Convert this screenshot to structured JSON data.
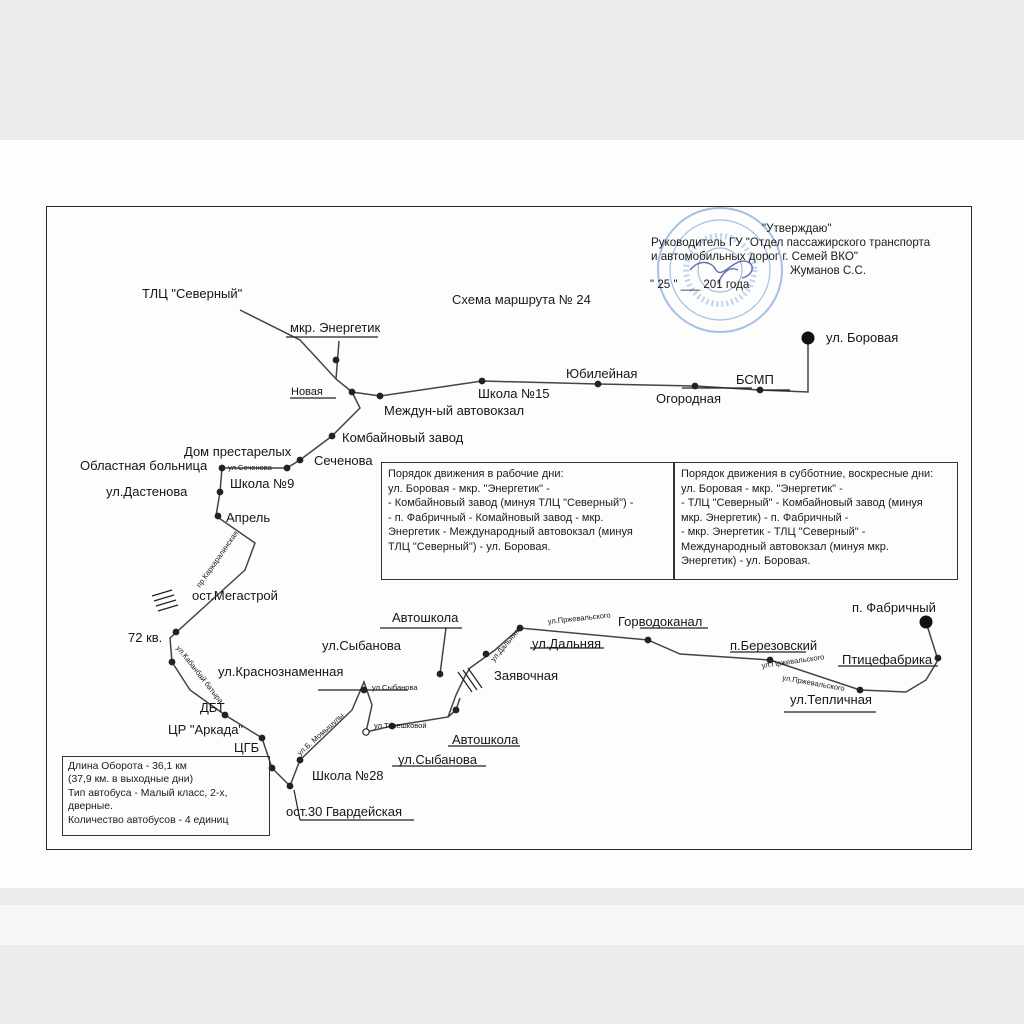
{
  "title": "Схема маршрута № 24",
  "approval": {
    "heading": "\"Утверждаю\"",
    "line1": "Руководитель ГУ \"Отдел пассажирского транспорта",
    "line2": "и автомобильных дорог г. Семей ВКО\"",
    "signature_name": "Жуманов С.С.",
    "date_line": "\" 25 \"  ___  201  года"
  },
  "stations": {
    "borovaya": "ул. Боровая",
    "bsmp": "БСМП",
    "ogorodnaya": "Огородная",
    "yubileinaya": "Юбилейная",
    "shkola15": "Школа №15",
    "avtovokzal": "Междун-ый автовокзал",
    "tlc": "ТЛЦ \"Северный\"",
    "energetik": "мкр. Энергетик",
    "novaya": "Новая",
    "kombain": "Комбайновый завод",
    "sechenova": "Сеченова",
    "dom": "Дом престарелых",
    "bolnica": "Областная больница",
    "shkola9": "Школа №9",
    "dastenova": "ул.Дастенова",
    "aprel": "Апрель",
    "megastroi": "ост.Мегастрой",
    "kv72": "72 кв.",
    "dbt": "ДБТ",
    "arkada": "ЦР \"Аркада\"",
    "cgb": "ЦГБ",
    "shkola28": "Школа №28",
    "gvard": "ост.30 Гвардейская",
    "krasnozn": "ул.Краснознаменная",
    "sybanova1": "ул.Сыбанова",
    "avtoshkola1": "Автошкола",
    "avtoshkola2": "Автошкола",
    "sybanova2": "ул.Сыбанова",
    "zayavochnaya": "Заявочная",
    "dalnyaya": "ул.Дальняя",
    "gorvodokanal": "Горводоканал",
    "berezovsky": "п.Березовский",
    "teplichnaya": "ул.Тепличная",
    "pticefabrika": "Птицефабрика",
    "fabrichny": "п. Фабричный"
  },
  "streets": {
    "sechenova_st": "ул.Сеченова",
    "karkaralinskaya": "пр.Каркаралинская",
    "kabanbai": "ул.Кабанбай батыра",
    "momyshuly": "ул.Б. Момышулы",
    "sybanova_st": "ул.Сыбанова",
    "tereshkovoi": "ул.Терешковой",
    "dalnyaya_st": "ул.Дальняя",
    "przh1": "ул.Пржевальского",
    "przh2": "ул.Пржевальского",
    "przh3": "ул.Пржевальского"
  },
  "weekday_box": "Порядок движения в рабочие дни:\nул. Боровая - мкр. \"Энергетик\" -\n- Комбайновый завод (минуя ТЛЦ \"Северный\") -\n- п. Фабричный - Комайновый завод - мкр.\nЭнергетик - Международный автовокзал (минуя\nТЛЦ \"Северный\") - ул. Боровая.",
  "weekend_box": "Порядок движения в субботние, воскресные дни:\nул. Боровая - мкр. \"Энергетик\" -\n- ТЛЦ \"Северный\" - Комбайновый завод (минуя\nмкр. Энергетик)  - п. Фабричный -\n- мкр. Энергетик - ТЛЦ \"Северный\" -\nМеждународный автовокзал (минуя мкр.\nЭнергетик) - ул. Боровая.",
  "info_box": "Длина Оборота - 36,1 км\n(37,9 км. в выходные дни)\nТип автобуса - Малый класс, 2-х,\nдверные.\nКоличество автобусов - 4 единиц",
  "colors": {
    "stamp": "#5a8fd0",
    "line": "#444444",
    "paper": "#fdfdfd"
  }
}
